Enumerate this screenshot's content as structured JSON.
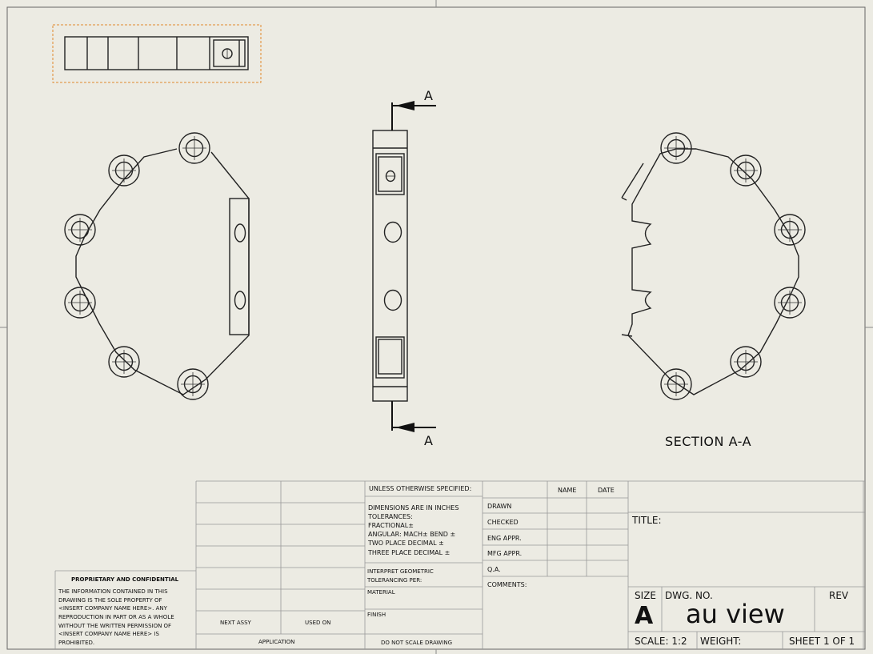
{
  "views": {
    "section_label": "SECTION A-A",
    "cut_label_top": "A",
    "cut_label_bottom": "A"
  },
  "title_block": {
    "unless_specified": "UNLESS OTHERWISE SPECIFIED:",
    "dimensions": "DIMENSIONS ARE IN INCHES",
    "tolerances": "TOLERANCES:",
    "fractional": "FRACTIONAL±",
    "angular": "ANGULAR: MACH±    BEND ±",
    "two_place": "TWO PLACE DECIMAL    ±",
    "three_place": "THREE PLACE DECIMAL  ±",
    "interpret_1": "INTERPRET GEOMETRIC",
    "interpret_2": "TOLERANCING PER:",
    "material": "MATERIAL",
    "finish": "FINISH",
    "do_not_scale": "DO NOT SCALE DRAWING",
    "next_assy": "NEXT ASSY",
    "used_on": "USED ON",
    "application": "APPLICATION",
    "name": "NAME",
    "date": "DATE",
    "drawn": "DRAWN",
    "checked": "CHECKED",
    "eng_appr": "ENG APPR.",
    "mfg_appr": "MFG APPR.",
    "qa": "Q.A.",
    "comments": "COMMENTS:",
    "title_label": "TITLE:",
    "size_label": "SIZE",
    "size_value": "A",
    "dwg_no_label": "DWG.  NO.",
    "dwg_no_value": "au view",
    "rev_label": "REV",
    "scale": "SCALE: 1:2",
    "weight": "WEIGHT:",
    "sheet": "SHEET 1 OF 1",
    "proprietary_title": "PROPRIETARY AND CONFIDENTIAL",
    "proprietary_lines": [
      "THE INFORMATION CONTAINED IN THIS",
      "DRAWING IS THE SOLE PROPERTY OF",
      "<INSERT COMPANY NAME HERE>.  ANY",
      "REPRODUCTION IN PART OR AS A WHOLE",
      "WITHOUT THE WRITTEN PERMISSION OF",
      "<INSERT COMPANY NAME HERE> IS",
      "PROHIBITED."
    ]
  }
}
